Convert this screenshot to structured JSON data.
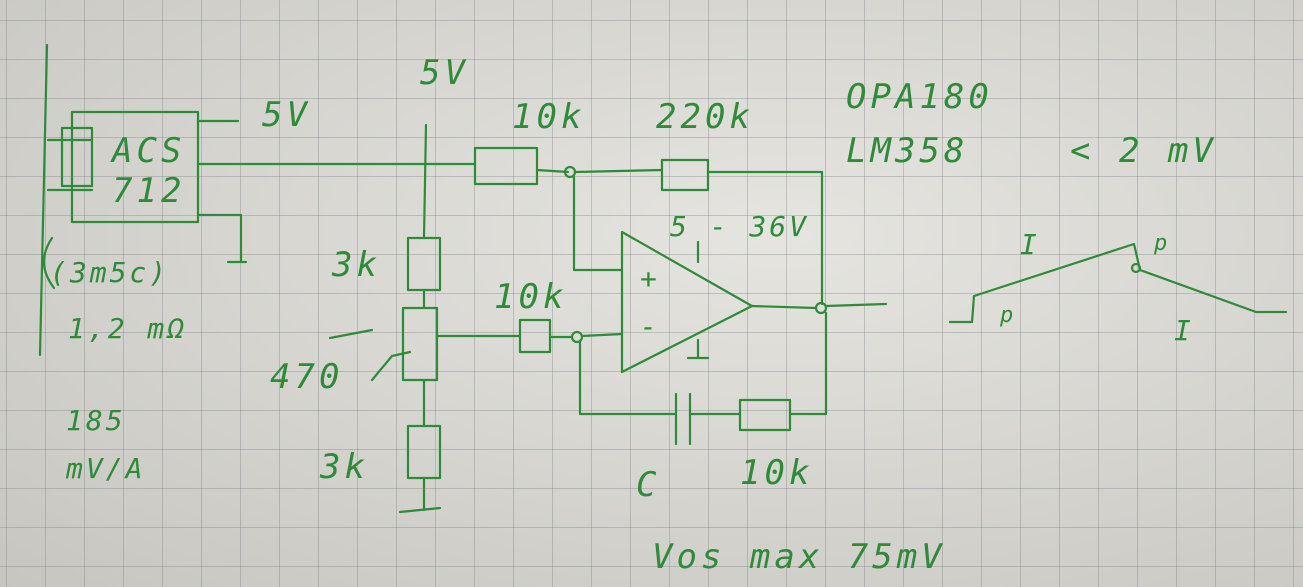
{
  "sensor": {
    "chip_line1": "ACS",
    "chip_line2": "712",
    "supply": "5V",
    "package_note": "(3m5c)",
    "resistance": "1,2 mΩ",
    "sensitivity_value": "185",
    "sensitivity_unit": "mV/A"
  },
  "supply_rail": "5V",
  "resistors": {
    "input_series": "10k",
    "feedback": "220k",
    "divider_top": "3k",
    "divider_trim": "470",
    "divider_bottom": "3k",
    "inverting_series": "10k",
    "rc_resistor": "10k"
  },
  "opamp": {
    "supply_range": "5 - 36V",
    "plus_sign": "+",
    "minus_sign": "-"
  },
  "capacitor_label": "C",
  "notes": {
    "part_1": "OPA180",
    "part_2": "LM358",
    "offset_spec": "< 2 mV",
    "vos_max": "Vos max 75mV"
  },
  "waveform": {
    "label_I_top": "I",
    "label_p_top": "p",
    "label_p_bottom": "p",
    "label_I_bottom": "I"
  }
}
